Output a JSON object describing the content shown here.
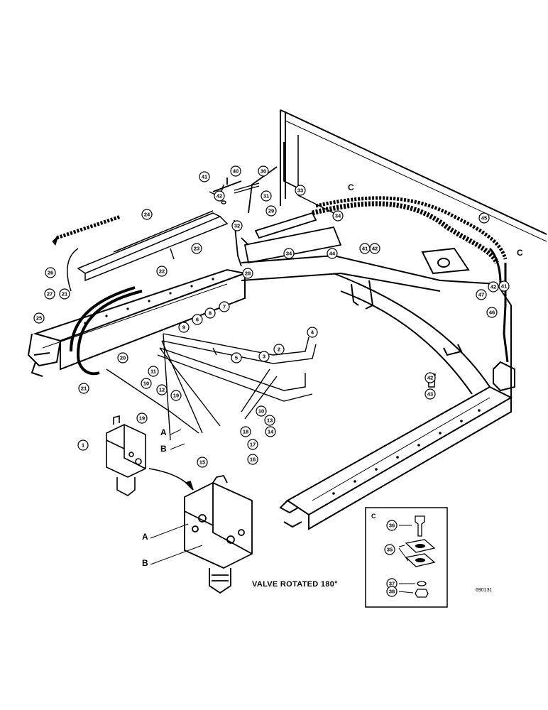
{
  "figure": {
    "caption": "VALVE ROTATED 180°",
    "figure_number": "690131",
    "inset_title": "C",
    "port_labels": [
      "A",
      "B",
      "A",
      "B"
    ],
    "section_marks": [
      "C",
      "C"
    ]
  },
  "callouts": [
    "1",
    "2",
    "3",
    "4",
    "5",
    "6",
    "7",
    "8",
    "9",
    "10",
    "10",
    "11",
    "12",
    "13",
    "14",
    "15",
    "16",
    "17",
    "18",
    "19",
    "19",
    "20",
    "21",
    "21",
    "22",
    "23",
    "24",
    "25",
    "26",
    "27",
    "28",
    "29",
    "30",
    "31",
    "32",
    "33",
    "34",
    "34",
    "35",
    "36",
    "37",
    "38",
    "40",
    "41",
    "41",
    "41",
    "42",
    "42",
    "42",
    "42",
    "43",
    "44",
    "45",
    "46",
    "47"
  ]
}
